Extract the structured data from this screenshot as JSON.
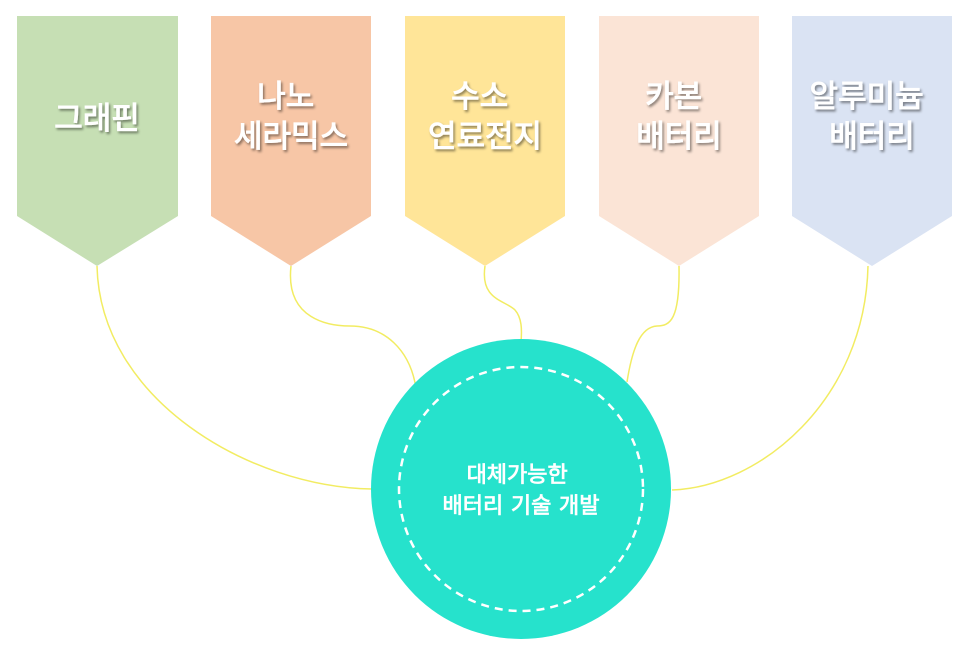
{
  "colors": {
    "connector": "#f2ec62",
    "hub_fill": "#26e2cc",
    "hub_ring": "#ffffff",
    "text": "#ffffff"
  },
  "tags": [
    {
      "lines": [
        "그래핀"
      ],
      "color": "#c6dfb4"
    },
    {
      "lines": [
        "나노",
        "세라믹스"
      ],
      "color": "#f7c6a6"
    },
    {
      "lines": [
        "수소",
        "연료전지"
      ],
      "color": "#ffe598"
    },
    {
      "lines": [
        "카본",
        "배터리"
      ],
      "color": "#fbe4d6"
    },
    {
      "lines": [
        "알루미늄",
        "배터리"
      ],
      "color": "#dae3f3"
    }
  ],
  "hub": {
    "lines": [
      "대체가능한",
      "배터리 기술 개발"
    ]
  }
}
